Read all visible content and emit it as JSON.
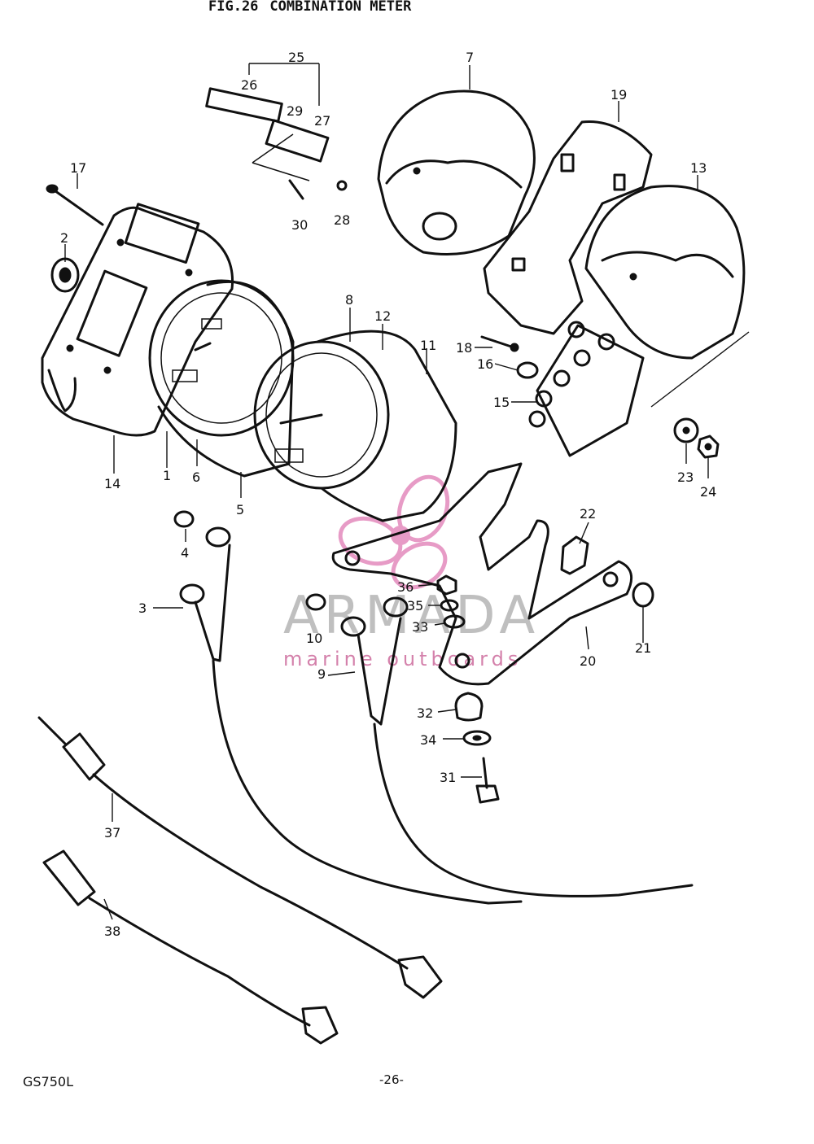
{
  "figure": {
    "number": "FIG.26",
    "title": "COMBINATION METER"
  },
  "footer": {
    "model": "GS750L",
    "page": "-26-"
  },
  "watermark": {
    "brand": "ARMADA",
    "tagline": "marine outboards",
    "brand_color": "#8a8a8a",
    "accent_color": "#e07ab3"
  },
  "callouts": [
    {
      "id": "c1",
      "label": "1"
    },
    {
      "id": "c2",
      "label": "2"
    },
    {
      "id": "c3",
      "label": "3"
    },
    {
      "id": "c4",
      "label": "4"
    },
    {
      "id": "c5",
      "label": "5"
    },
    {
      "id": "c6",
      "label": "6"
    },
    {
      "id": "c7",
      "label": "7"
    },
    {
      "id": "c8",
      "label": "8"
    },
    {
      "id": "c9",
      "label": "9"
    },
    {
      "id": "c10",
      "label": "10"
    },
    {
      "id": "c11",
      "label": "11"
    },
    {
      "id": "c12",
      "label": "12"
    },
    {
      "id": "c13",
      "label": "13"
    },
    {
      "id": "c14",
      "label": "14"
    },
    {
      "id": "c15",
      "label": "15"
    },
    {
      "id": "c16",
      "label": "16"
    },
    {
      "id": "c17",
      "label": "17"
    },
    {
      "id": "c18",
      "label": "18"
    },
    {
      "id": "c19",
      "label": "19"
    },
    {
      "id": "c20",
      "label": "20"
    },
    {
      "id": "c21",
      "label": "21"
    },
    {
      "id": "c22",
      "label": "22"
    },
    {
      "id": "c23",
      "label": "23"
    },
    {
      "id": "c24",
      "label": "24"
    },
    {
      "id": "c25",
      "label": "25"
    },
    {
      "id": "c26",
      "label": "26"
    },
    {
      "id": "c27",
      "label": "27"
    },
    {
      "id": "c28",
      "label": "28"
    },
    {
      "id": "c29",
      "label": "29"
    },
    {
      "id": "c30",
      "label": "30"
    },
    {
      "id": "c31",
      "label": "31"
    },
    {
      "id": "c32",
      "label": "32"
    },
    {
      "id": "c33",
      "label": "33"
    },
    {
      "id": "c34",
      "label": "34"
    },
    {
      "id": "c35",
      "label": "35"
    },
    {
      "id": "c36",
      "label": "36"
    },
    {
      "id": "c37",
      "label": "37"
    },
    {
      "id": "c38",
      "label": "38"
    }
  ]
}
